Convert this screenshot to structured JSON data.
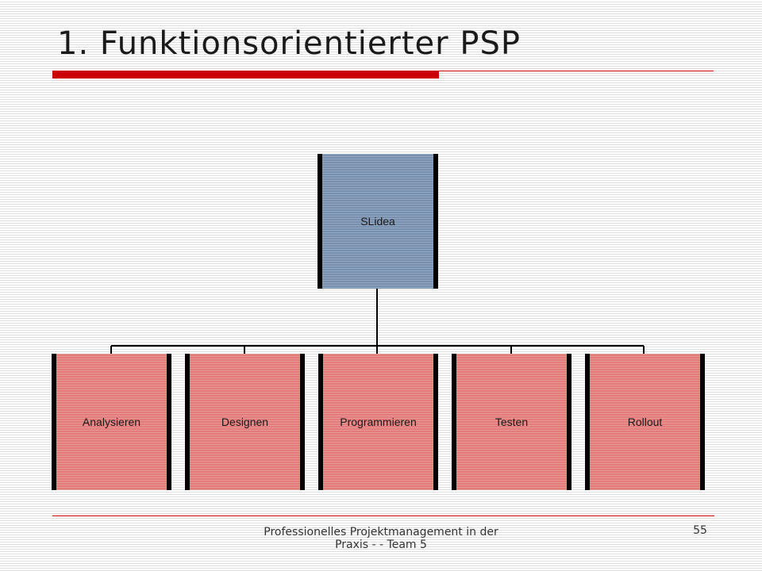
{
  "slide": {
    "title": "1. Funktionsorientierter PSP",
    "footer": "Professionelles Projektmanagement in der Praxis - - Team 5",
    "page_number": "55"
  },
  "diagram": {
    "root": {
      "label": "SLidea",
      "color": "#7790b0"
    },
    "children": [
      {
        "label": "Analysieren"
      },
      {
        "label": "Designen"
      },
      {
        "label": "Programmieren"
      },
      {
        "label": "Testen"
      },
      {
        "label": "Rollout"
      }
    ],
    "child_color": "#e37b7b",
    "accent_color": "#cc0000"
  }
}
